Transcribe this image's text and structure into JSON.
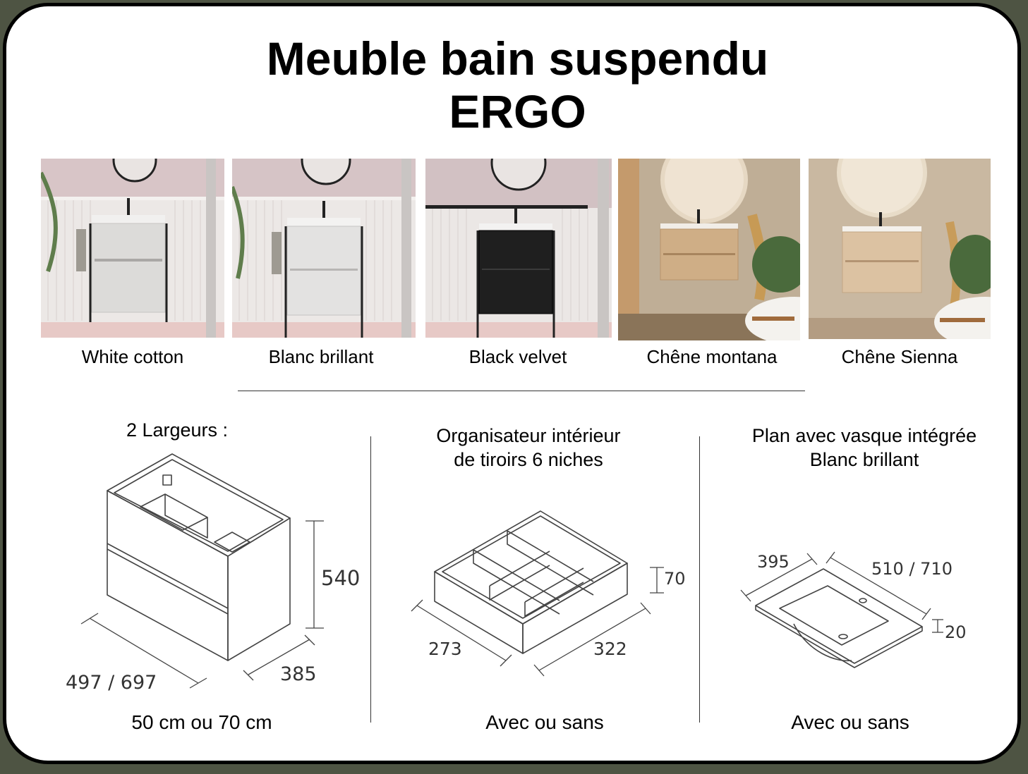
{
  "title": {
    "line1": "Meuble bain suspendu",
    "line2": "ERGO"
  },
  "finishes": [
    {
      "label": "White cotton",
      "cabinet_color": "#dcdbd9",
      "wall_color": "#d8c5c7"
    },
    {
      "label": "Blanc brillant",
      "cabinet_color": "#e3e2e1",
      "wall_color": "#d6c4c6"
    },
    {
      "label": "Black velvet",
      "cabinet_color": "#1f1f1f",
      "wall_color": "#d2c1c3"
    },
    {
      "label": "Chêne montana",
      "cabinet_color": "#cfae86",
      "wall_color": "#bfae96"
    },
    {
      "label": "Chêne Sienna",
      "cabinet_color": "#dcc2a2",
      "wall_color": "#c9b8a1"
    }
  ],
  "features": {
    "widths": {
      "title": "2 Largeurs :",
      "dim_width": "497 / 697",
      "dim_depth": "385",
      "dim_height": "540",
      "footer": "50 cm ou 70 cm"
    },
    "organizer": {
      "title_line1": "Organisateur intérieur",
      "title_line2": "de tiroirs 6 niches",
      "dim_depth": "273",
      "dim_width": "322",
      "dim_height": "70",
      "footer": "Avec ou sans"
    },
    "basin": {
      "title_line1": "Plan avec vasque intégrée",
      "title_line2": "Blanc brillant",
      "dim_depth": "395",
      "dim_width": "510 / 710",
      "dim_height": "20",
      "footer": "Avec ou sans"
    }
  }
}
